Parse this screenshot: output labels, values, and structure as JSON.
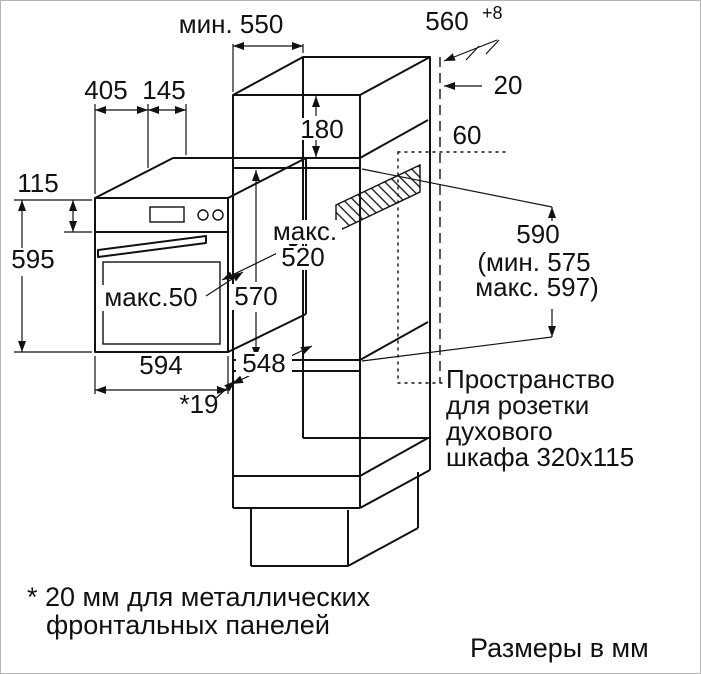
{
  "diagram": {
    "units_note": "Размеры в мм",
    "footnote": {
      "line1": "* 20 мм для металлических",
      "line2": "фронтальных панелей"
    },
    "socket_note": {
      "line1": "Пространство",
      "line2": "для розетки",
      "line3": "духового",
      "line4": "шкафа 320x115"
    },
    "dims": {
      "cabinet_depth": "мин. 550",
      "niche_width": "560",
      "niche_width_tolerance": "+8",
      "back_gap": "20",
      "socket_offset": "60",
      "top_shelf_height": "180",
      "oven_depth_front": "405",
      "oven_depth_back": "145",
      "panel_height": "115",
      "oven_height": "595",
      "max_label": "макс.",
      "max_depth": "520",
      "inner_height": "570",
      "max_gap": "макс.50",
      "oven_width": "594",
      "inner_depth": "548",
      "front_gap": "*19",
      "niche_height": "590",
      "niche_height_min": "(мин. 575",
      "niche_height_max": "макс. 597)"
    },
    "colors": {
      "line": "#111111",
      "background": "#ffffff",
      "border": "#b3b3b3"
    }
  }
}
